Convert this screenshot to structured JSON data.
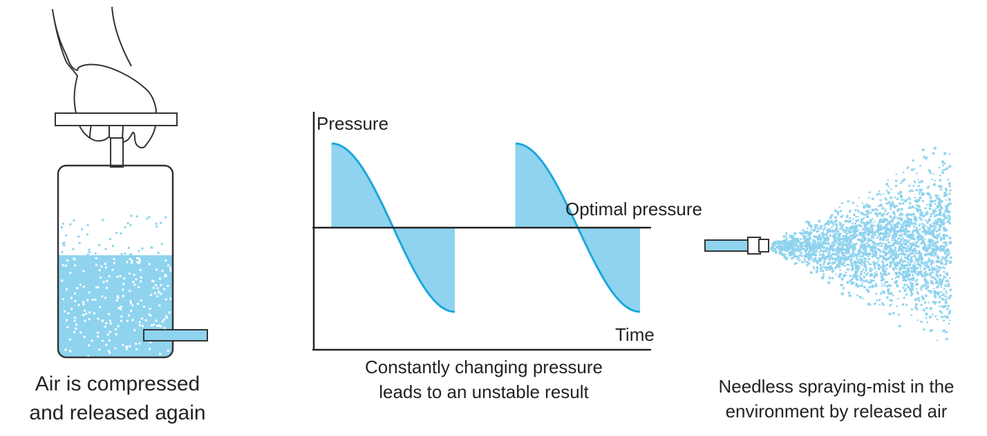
{
  "left_panel": {
    "caption": "Air is compressed and released again",
    "caption_line1": "Air is compressed",
    "caption_line2": "and released again",
    "icons": [
      "hand-icon",
      "pump-handle-icon",
      "tank-icon",
      "outlet-pipe-icon"
    ]
  },
  "middle_panel": {
    "y_axis_label": "Pressure",
    "x_axis_label": "Time",
    "reference_label": "Optimal pressure",
    "caption_line1": "Constantly changing pressure",
    "caption_line2": "leads to an unstable result"
  },
  "right_panel": {
    "caption_line1": "Needless spraying-mist in the",
    "caption_line2": "environment by released air",
    "icons": [
      "nozzle-icon",
      "spray-mist-icon"
    ]
  },
  "colors": {
    "water": "#8fd3ee",
    "curve": "#1aa6dc",
    "fill": "#8fd3ee",
    "line": "#222222"
  }
}
